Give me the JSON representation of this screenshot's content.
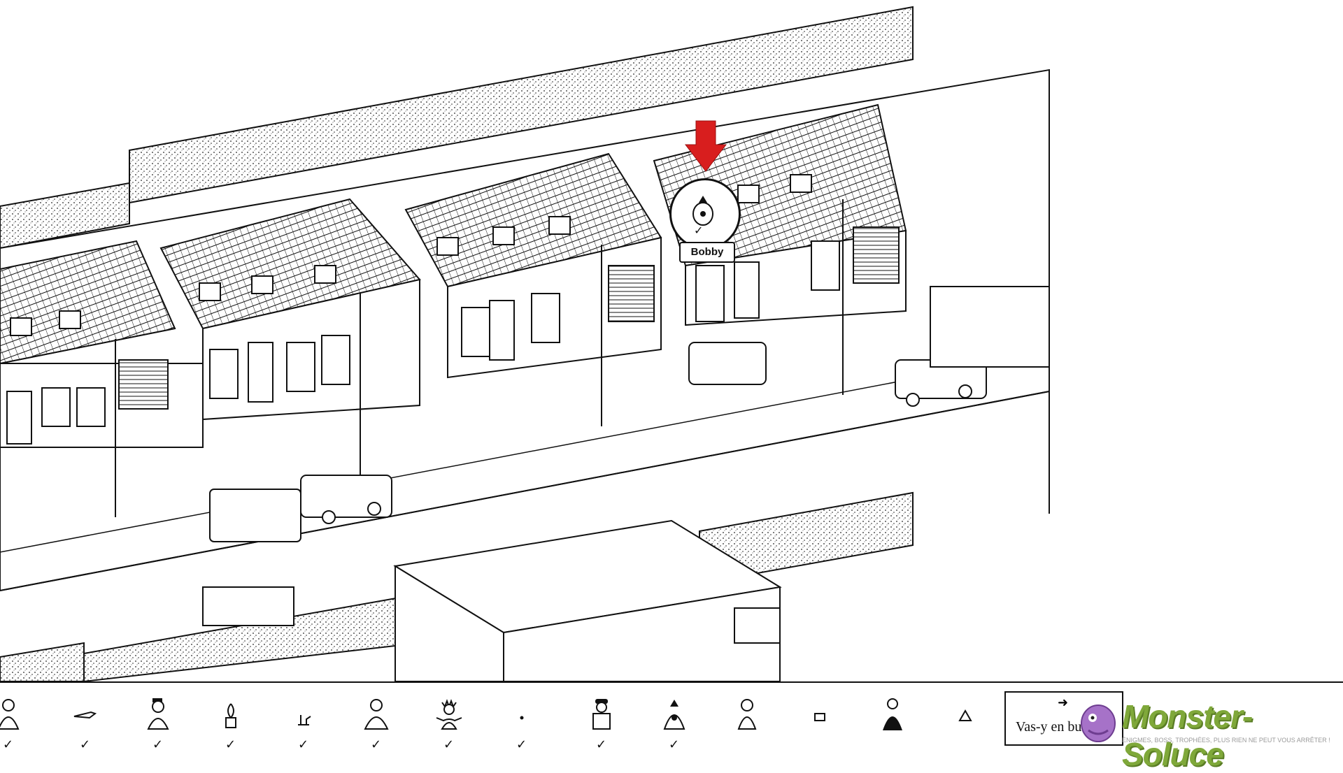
{
  "marker": {
    "name": "Bobby",
    "found": "✓",
    "pointer_color": "#d81e1e"
  },
  "targets": [
    {
      "icon": "person-icon",
      "found": "✓"
    },
    {
      "icon": "knife-icon",
      "found": "✓"
    },
    {
      "icon": "person-with-hat-icon",
      "found": "✓"
    },
    {
      "icon": "potted-plant-icon",
      "found": "✓"
    },
    {
      "icon": "small-animal-icon",
      "found": "✓"
    },
    {
      "icon": "person-icon",
      "found": "✓"
    },
    {
      "icon": "spiky-hair-person-icon",
      "found": "✓"
    },
    {
      "icon": "dot-icon",
      "found": "✓"
    },
    {
      "icon": "person-with-cap-icon",
      "found": "✓"
    },
    {
      "icon": "hooded-person-icon",
      "found": "✓"
    },
    {
      "icon": "person-icon",
      "found": ""
    },
    {
      "icon": "envelope-icon",
      "found": ""
    },
    {
      "icon": "dark-coat-person-icon",
      "found": ""
    },
    {
      "icon": "pyramid-icon",
      "found": ""
    }
  ],
  "bus_button": {
    "label": "Vas-y en bus !",
    "icon": "arrow-right-icon",
    "arrow": "➜"
  },
  "watermark": {
    "text": "Monster-Soluce",
    "subtitle": "ÉNIGMES, BOSS, TROPHÉES, PLUS RIEN NE PEUT VOUS ARRÊTER !",
    "color": "#7fa83a"
  }
}
